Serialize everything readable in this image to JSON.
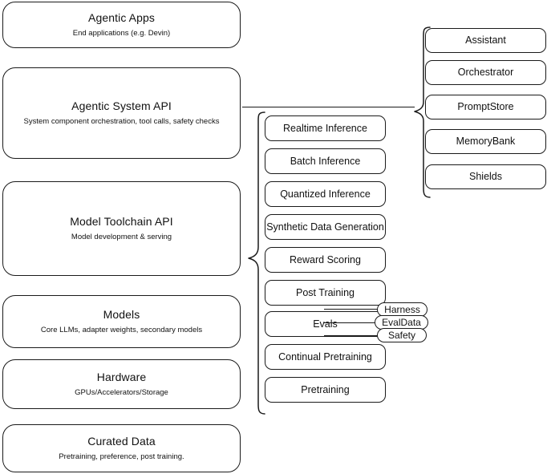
{
  "diagram": {
    "title": "AI stack layers diagram",
    "stroke_color": "#1a1a1a",
    "background_color": "#ffffff",
    "layers": [
      {
        "id": "agentic-apps",
        "title": "Agentic Apps",
        "subtitle": "End applications (e.g. Devin)"
      },
      {
        "id": "agentic-system-api",
        "title": "Agentic System API",
        "subtitle": "System component orchestration, tool calls, safety checks"
      },
      {
        "id": "model-toolchain-api",
        "title": "Model Toolchain API",
        "subtitle": "Model development & serving"
      },
      {
        "id": "models",
        "title": "Models",
        "subtitle": "Core LLMs, adapter weights, secondary models"
      },
      {
        "id": "hardware",
        "title": "Hardware",
        "subtitle": "GPUs/Accelerators/Storage"
      },
      {
        "id": "curated-data",
        "title": "Curated Data",
        "subtitle": "Pretraining, preference, post training."
      }
    ],
    "toolchain_items": [
      {
        "id": "realtime-inference",
        "label": "Realtime Inference"
      },
      {
        "id": "batch-inference",
        "label": "Batch Inference"
      },
      {
        "id": "quantized-inference",
        "label": "Quantized Inference"
      },
      {
        "id": "synthetic-data-generation",
        "label": "Synthetic Data Generation"
      },
      {
        "id": "reward-scoring",
        "label": "Reward Scoring"
      },
      {
        "id": "post-training",
        "label": "Post Training"
      },
      {
        "id": "evals",
        "label": "Evals"
      },
      {
        "id": "continual-pretraining",
        "label": "Continual Pretraining"
      },
      {
        "id": "pretraining",
        "label": "Pretraining"
      }
    ],
    "system_items": [
      {
        "id": "assistant",
        "label": "Assistant"
      },
      {
        "id": "orchestrator",
        "label": "Orchestrator"
      },
      {
        "id": "promptstore",
        "label": "PromptStore"
      },
      {
        "id": "memorybank",
        "label": "MemoryBank"
      },
      {
        "id": "shields",
        "label": "Shields"
      }
    ],
    "eval_chips": [
      {
        "id": "harness",
        "label": "Harness"
      },
      {
        "id": "evaldata",
        "label": "EvalData"
      },
      {
        "id": "safety",
        "label": "Safety"
      }
    ]
  }
}
